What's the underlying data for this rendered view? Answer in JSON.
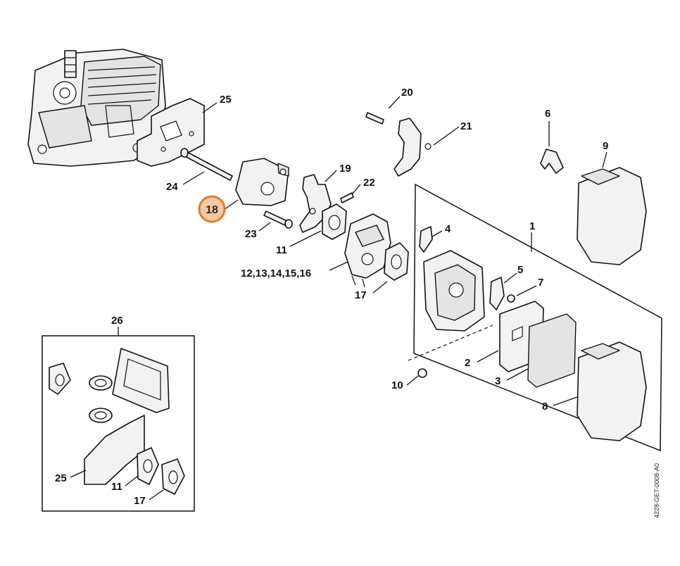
{
  "diagram": {
    "reference_code": "4228-GET-0008-A0",
    "highlighted_label": "18",
    "highlight_color": "#e07b2a",
    "labels": {
      "l25_top": "25",
      "l20": "20",
      "l21": "21",
      "l6": "6",
      "l9": "9",
      "l19": "19",
      "l22": "22",
      "l24": "24",
      "l18": "18",
      "l23": "23",
      "l11_top": "11",
      "l12_16": "12,13,14,15,16",
      "l17_top": "17",
      "l4": "4",
      "l1": "1",
      "l5": "5",
      "l7": "7",
      "l2": "2",
      "l3": "3",
      "l10": "10",
      "l8": "8",
      "l26": "26",
      "l25_kit": "25",
      "l11_kit": "11",
      "l17_kit": "17"
    }
  }
}
